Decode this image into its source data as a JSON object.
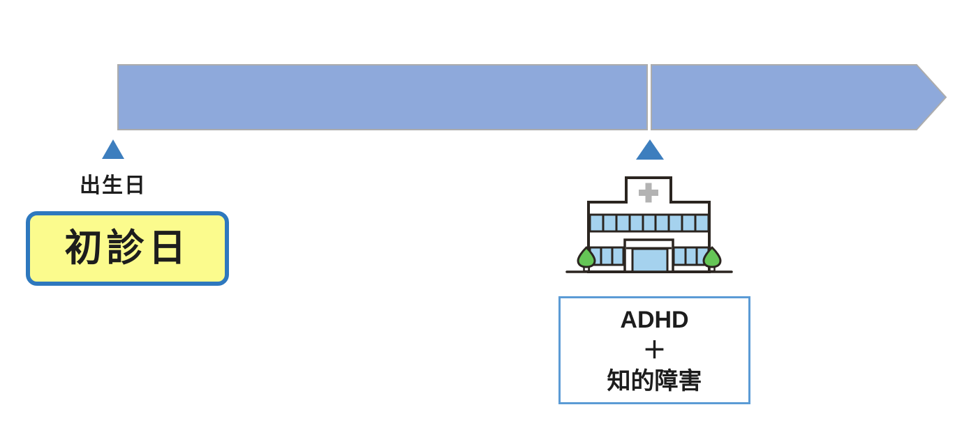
{
  "colors": {
    "bar_fill": "#8EA9DB",
    "bar_border": "#ACACAC",
    "marker_blue": "#3D7EBE",
    "box_yellow": "#FBFB8D",
    "box_yellow_border": "#2E78BE",
    "diagnosis_border": "#5B9BD5",
    "outline_dark": "#2B2520",
    "window_blue": "#A5D2EE",
    "cross_gray": "#B3B3B3",
    "tree_green": "#65C556",
    "text_dark": "#1D1D1D",
    "background": "#FFFFFF"
  },
  "timeline": {
    "birth_label": "出生日",
    "gap_position_note": "white divider at first-visit point"
  },
  "first_visit_box": {
    "label": "初診日"
  },
  "diagnosis_box": {
    "lines": [
      "ADHD",
      "＋",
      "知的障害"
    ]
  }
}
